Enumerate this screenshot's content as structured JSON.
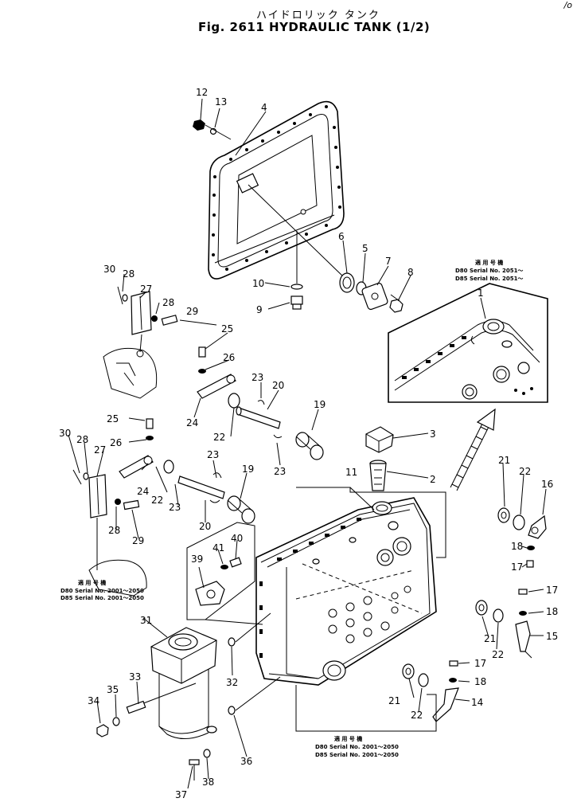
{
  "header": {
    "title_jp": "ハイドロリック タンク",
    "title_en": "Fig. 2611  HYDRAULIC TANK  (1/2)",
    "corner_mark": "/o"
  },
  "notes": [
    {
      "id": "inset-top",
      "heading": "適 用 号 機",
      "lines": [
        "D80 Serial No. 2051～",
        "D85 Serial No. 2051～"
      ]
    },
    {
      "id": "inset-left",
      "heading": "適 用 号 機",
      "lines": [
        "D80 Serial No. 2001～2050",
        "D85 Serial No. 2001～2050"
      ]
    },
    {
      "id": "inset-bottom",
      "heading": "適 用 号 機",
      "lines": [
        "D80 Serial No. 2001～2050",
        "D85 Serial No. 2001～2050"
      ]
    }
  ],
  "callouts": [
    "1",
    "2",
    "3",
    "4",
    "5",
    "6",
    "7",
    "8",
    "9",
    "10",
    "11",
    "12",
    "13",
    "14",
    "15",
    "16",
    "17",
    "18",
    "19",
    "20",
    "21",
    "22",
    "23",
    "24",
    "25",
    "26",
    "27",
    "28",
    "29",
    "30",
    "31",
    "32",
    "33",
    "34",
    "35",
    "36",
    "37",
    "38",
    "39",
    "40",
    "41"
  ]
}
